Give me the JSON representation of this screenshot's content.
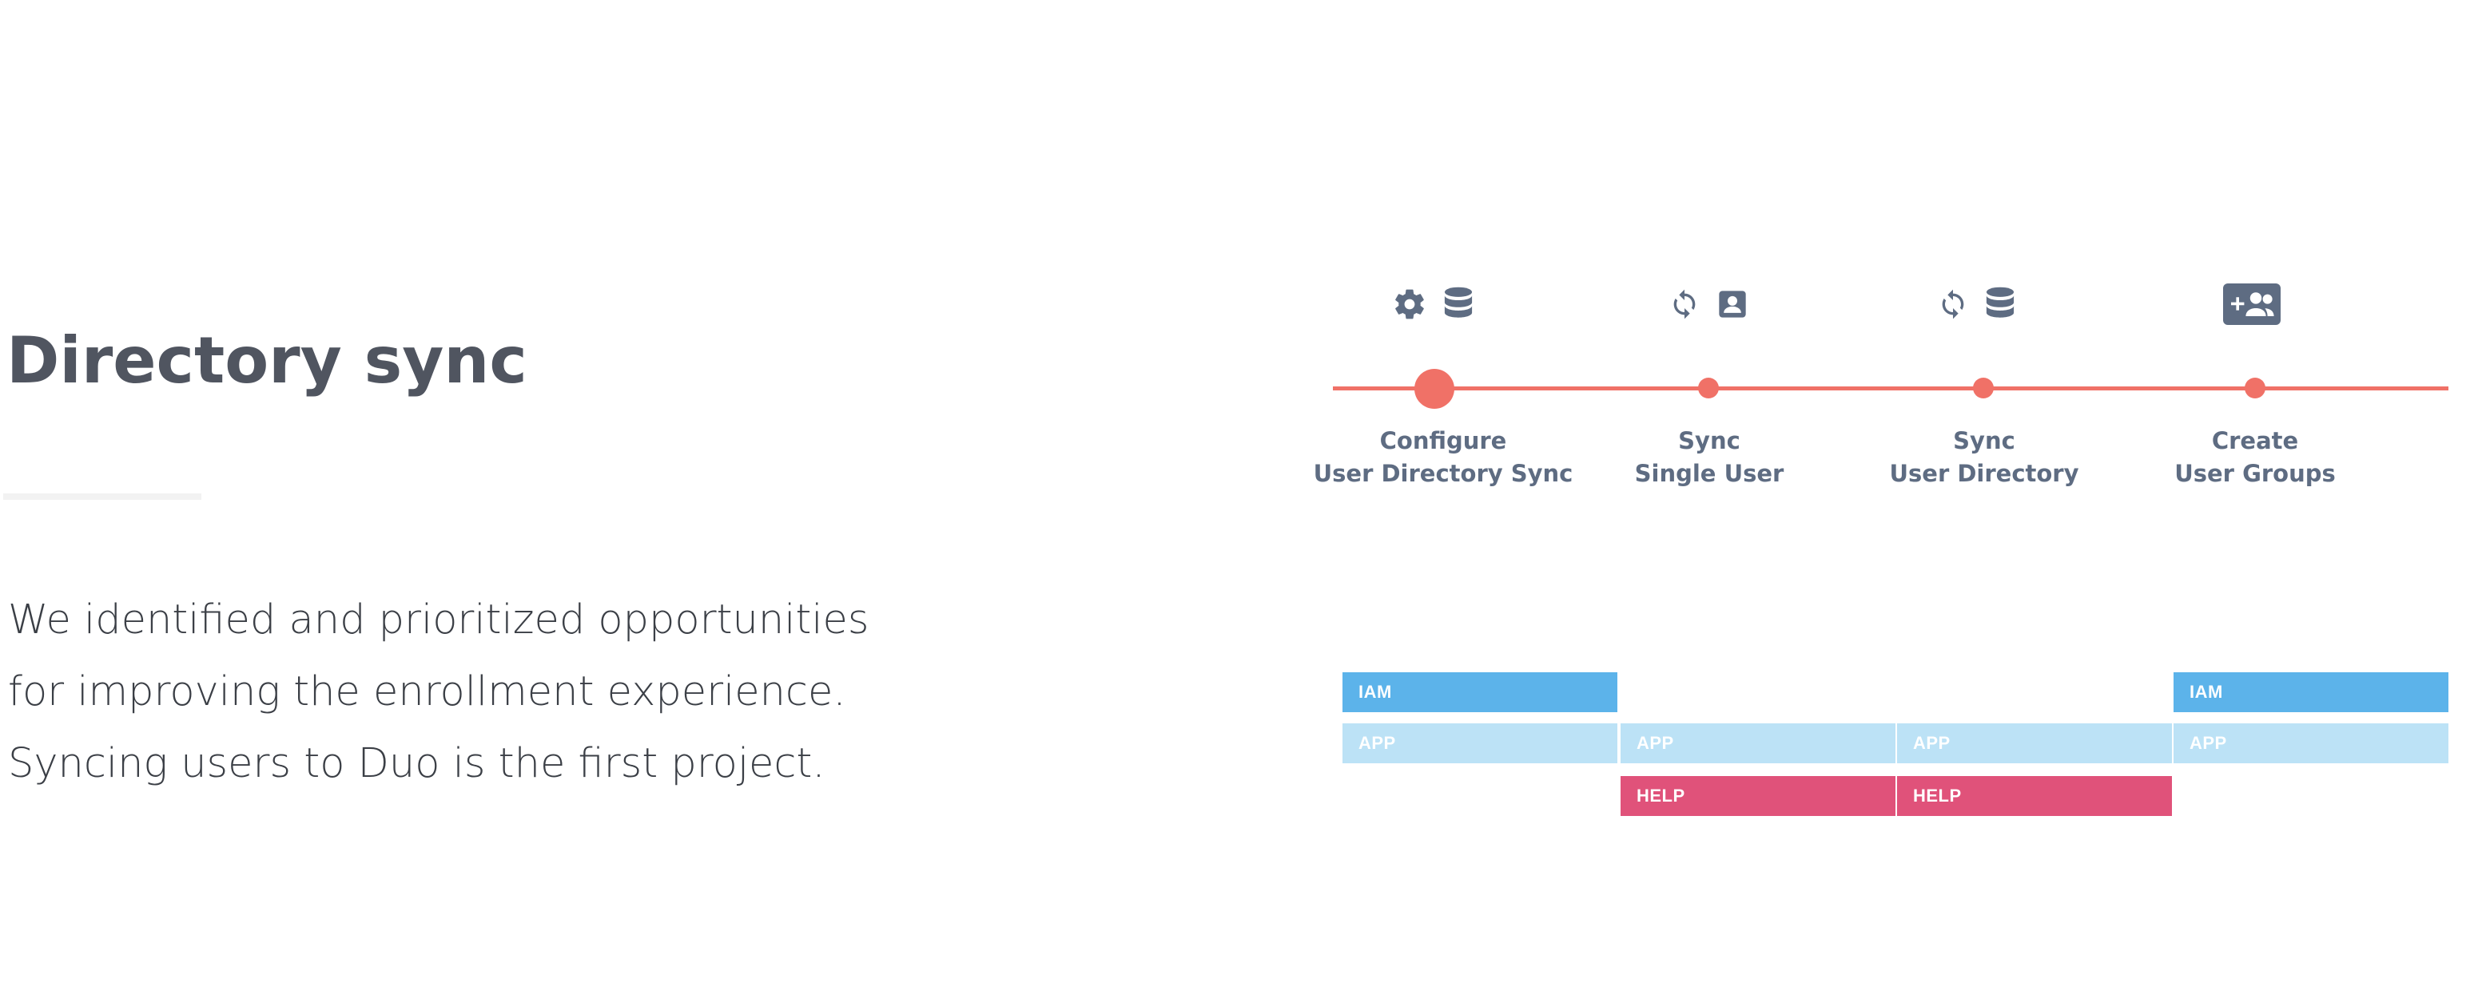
{
  "section": {
    "title": "Directory sync",
    "intro_lines": [
      "We identified and prioritized opportunities",
      "for improving the enrollment experience.",
      "Syncing users to Duo is the first project."
    ]
  },
  "colors": {
    "accent_line": "#f07167",
    "icon": "#5e6c82",
    "iam": "#5cb3ea",
    "app": "#bce2f6",
    "help": "#e0527a"
  },
  "steps": [
    {
      "line1": "Configure",
      "line2": "User Directory Sync",
      "icons": [
        "gear-icon",
        "database-icon"
      ]
    },
    {
      "line1": "Sync",
      "line2": "Single User",
      "icons": [
        "sync-icon",
        "user-card-icon"
      ]
    },
    {
      "line1": "Sync",
      "line2": "User Directory",
      "icons": [
        "sync-icon",
        "database-icon"
      ]
    },
    {
      "line1": "Create",
      "line2": "User Groups",
      "icons": [
        "add-group-icon"
      ]
    }
  ],
  "bars": [
    {
      "label": "IAM",
      "row": "iam",
      "columns": [
        1,
        4
      ]
    },
    {
      "label": "APP",
      "row": "app",
      "columns": [
        1,
        2,
        3,
        4
      ]
    },
    {
      "label": "HELP",
      "row": "help",
      "columns": [
        2,
        3
      ]
    }
  ],
  "bar_cells": [
    {
      "label": "IAM",
      "kind": "iam"
    },
    {
      "label": "IAM",
      "kind": "iam"
    },
    {
      "label": "APP",
      "kind": "app"
    },
    {
      "label": "APP",
      "kind": "app"
    },
    {
      "label": "APP",
      "kind": "app"
    },
    {
      "label": "APP",
      "kind": "app"
    },
    {
      "label": "HELP",
      "kind": "help"
    },
    {
      "label": "HELP",
      "kind": "help"
    }
  ]
}
